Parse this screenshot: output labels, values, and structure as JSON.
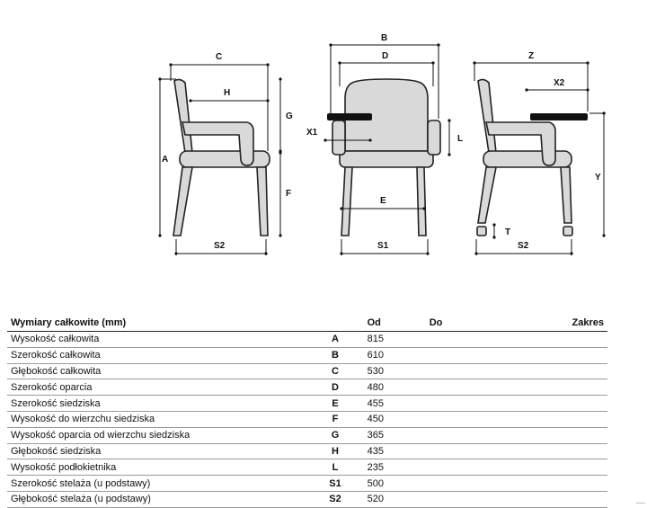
{
  "diagram": {
    "side": {
      "C": "C",
      "H": "H",
      "G": "G",
      "A": "A",
      "F": "F",
      "S2": "S2"
    },
    "front": {
      "B": "B",
      "D": "D",
      "X1": "X1",
      "L": "L",
      "E": "E",
      "S1": "S1"
    },
    "rear": {
      "Z": "Z",
      "X2": "X2",
      "Y": "Y",
      "T": "T",
      "S2": "S2"
    }
  },
  "table": {
    "headers": {
      "name": "Wymiary całkowite (mm)",
      "code": "",
      "od": "Od",
      "do": "Do",
      "zakres": "Zakres"
    },
    "rows": [
      {
        "name": "Wysokość całkowita",
        "code": "A",
        "od": "815",
        "do": "",
        "zakres": ""
      },
      {
        "name": "Szerokość całkowita",
        "code": "B",
        "od": "610",
        "do": "",
        "zakres": ""
      },
      {
        "name": "Głębokość całkowita",
        "code": "C",
        "od": "530",
        "do": "",
        "zakres": ""
      },
      {
        "name": "Szerokość oparcia",
        "code": "D",
        "od": "480",
        "do": "",
        "zakres": ""
      },
      {
        "name": "Szerokość siedziska",
        "code": "E",
        "od": "455",
        "do": "",
        "zakres": ""
      },
      {
        "name": "Wysokość do wierzchu siedziska",
        "code": "F",
        "od": "450",
        "do": "",
        "zakres": ""
      },
      {
        "name": "Wysokość oparcia od wierzchu siedziska",
        "code": "G",
        "od": "365",
        "do": "",
        "zakres": ""
      },
      {
        "name": "Głębokość siedziska",
        "code": "H",
        "od": "435",
        "do": "",
        "zakres": ""
      },
      {
        "name": "Wysokość podłokietnika",
        "code": "L",
        "od": "235",
        "do": "",
        "zakres": ""
      },
      {
        "name": "Szerokość stelaża (u podstawy)",
        "code": "S1",
        "od": "500",
        "do": "",
        "zakres": ""
      },
      {
        "name": "Głębokość stelaża (u podstawy)",
        "code": "S2",
        "od": "520",
        "do": "",
        "zakres": ""
      }
    ]
  }
}
